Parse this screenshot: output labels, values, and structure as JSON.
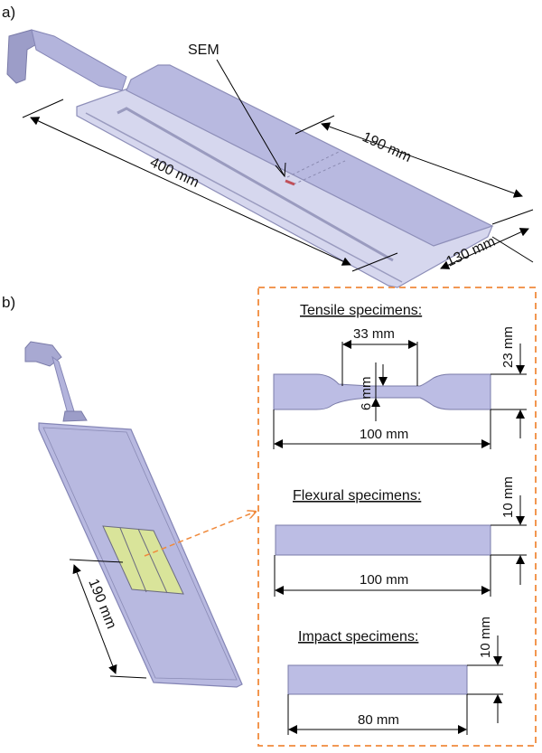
{
  "panel_a": {
    "label": "a)",
    "annotation": "SEM",
    "dimensions": {
      "length": "400 mm",
      "sample_width": "190 mm",
      "width": "130 mm"
    }
  },
  "panel_b": {
    "label": "b)",
    "dimension": "190 mm",
    "tensile": {
      "title": "Tensile specimens:",
      "gauge_length": "33 mm",
      "gauge_width": "6 mm",
      "total_length": "100 mm",
      "grip_width": "23 mm"
    },
    "flexural": {
      "title": "Flexural specimens:",
      "length": "100 mm",
      "width": "10 mm"
    },
    "impact": {
      "title": "Impact specimens:",
      "length": "80 mm",
      "width": "10 mm"
    }
  },
  "colors": {
    "part": "#b8b9e0",
    "part_light": "#d6d7ee",
    "specimen": "#bcbde4",
    "highlight": "#d9e49a",
    "callout": "#f08a3c",
    "sem_mark": "#c0505a"
  }
}
